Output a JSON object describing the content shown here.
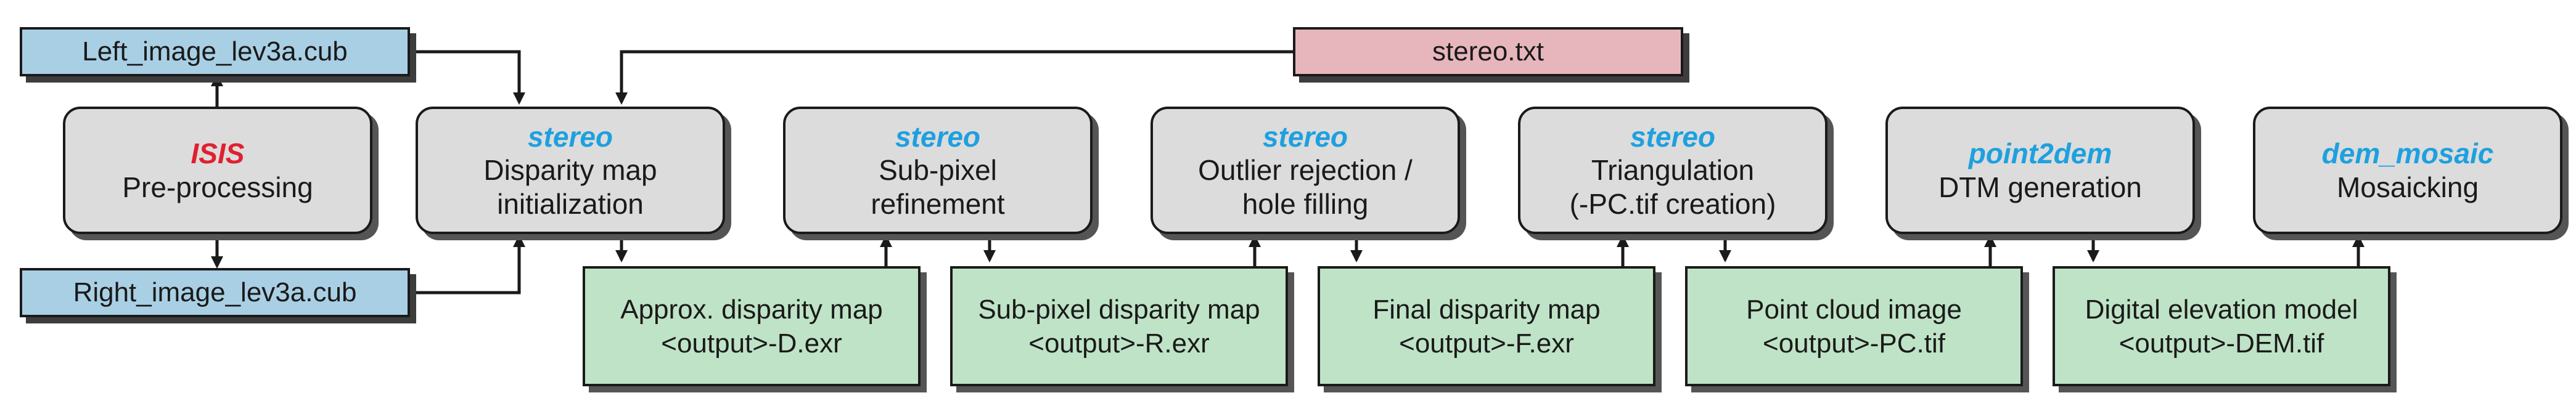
{
  "inputs": {
    "left_image": "Left_image_lev3a.cub",
    "right_image": "Right_image_lev3a.cub",
    "stereo_config": "stereo.txt"
  },
  "processes": [
    {
      "tool": "ISIS",
      "lines": [
        "Pre-processing"
      ]
    },
    {
      "tool": "stereo",
      "lines": [
        "Disparity map",
        "initialization"
      ]
    },
    {
      "tool": "stereo",
      "lines": [
        "Sub-pixel",
        "refinement"
      ]
    },
    {
      "tool": "stereo",
      "lines": [
        "Outlier rejection /",
        "hole filling"
      ]
    },
    {
      "tool": "stereo",
      "lines": [
        "Triangulation",
        "(-PC.tif creation)"
      ]
    },
    {
      "tool": "point2dem",
      "lines": [
        "DTM generation"
      ]
    },
    {
      "tool": "dem_mosaic",
      "lines": [
        "Mosaicking"
      ]
    }
  ],
  "outputs": [
    {
      "lines": [
        "Approx. disparity map",
        "<output>-D.exr"
      ]
    },
    {
      "lines": [
        "Sub-pixel disparity map",
        "<output>-R.exr"
      ]
    },
    {
      "lines": [
        "Final disparity map",
        "<output>-F.exr"
      ]
    },
    {
      "lines": [
        "Point cloud image",
        "<output>-PC.tif"
      ]
    },
    {
      "lines": [
        "Digital elevation model",
        "<output>-DEM.tif"
      ]
    }
  ],
  "colors": {
    "input_file": "#a9cfe4",
    "config_file": "#e7b6bc",
    "process": "#dcdcdc",
    "output_file": "#bfe3c6",
    "tool_name": "#1ea0df",
    "isis_tool_name": "#e02030",
    "border": "#1a1a1a"
  }
}
